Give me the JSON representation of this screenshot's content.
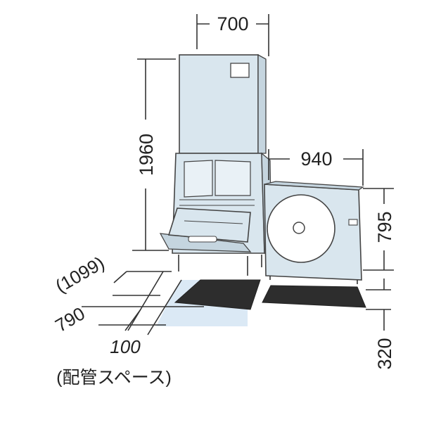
{
  "dimensions": {
    "width_top": "700",
    "height_left": "1960",
    "width_right_unit": "940",
    "height_right_unit": "795",
    "depth_paren": "(1099)",
    "depth_790": "790",
    "depth_100": "100",
    "depth_320": "320"
  },
  "label_piping": "(配管スペース)",
  "colors": {
    "unit_fill": "#d9e6ee",
    "mat_dark": "#2d2d2d",
    "floor_pale": "#dbe9f5",
    "line": "#333333"
  }
}
